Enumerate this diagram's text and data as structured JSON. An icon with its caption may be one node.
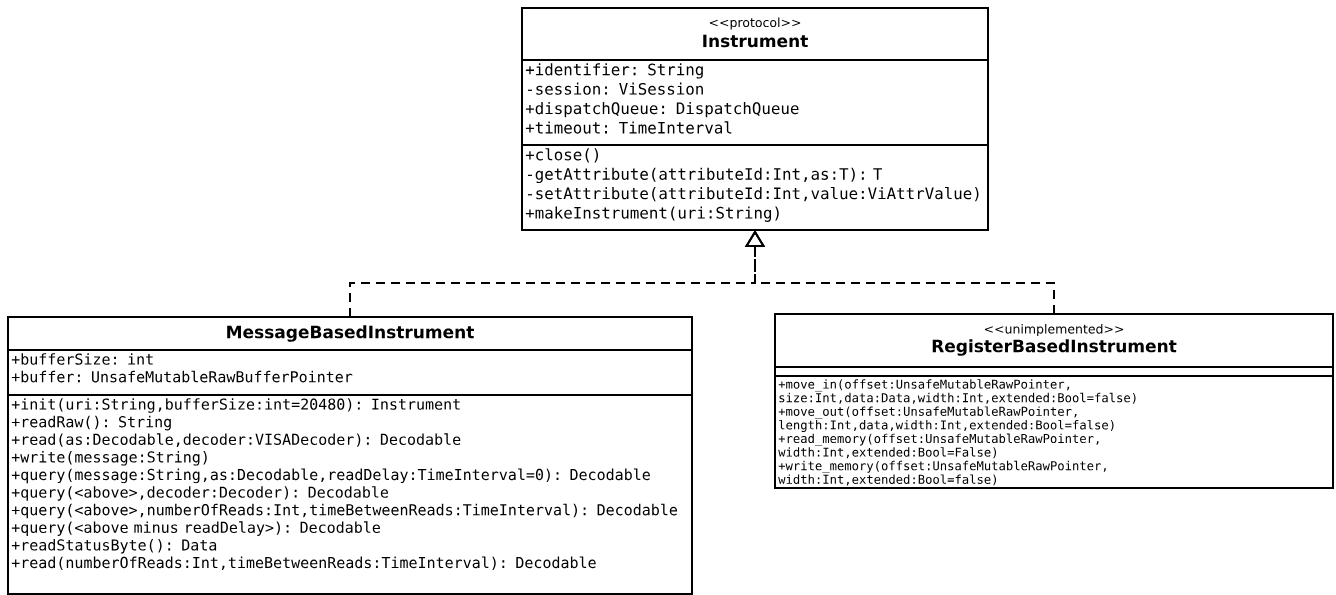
{
  "diagram": {
    "nodes": [
      {
        "text": [
          "<<protocol>>",
          "Instrument"
        ]
      },
      {
        "text": [
          "+identifier: String",
          "-session: ViSession",
          "+dispatchQueue: DispatchQueue",
          "+timeout: TimeInterval"
        ],
        "in": 0
      },
      {
        "text": [
          "+close()",
          "-getAttribute(attributeId:Int,as:T): T",
          "-setAttribute(attributeId:Int,value:ViAttrValue)",
          "+makeInstrument(uri:String)"
        ],
        "in": 0
      },
      {
        "text": [
          "MessageBasedInstrument"
        ]
      },
      {
        "text": [
          "+bufferSize: int",
          "+buffer: UnsafeMutableRawBufferPointer"
        ],
        "in": 3
      },
      {
        "text": [
          "+init(uri:String,bufferSize:int=20480): Instrument",
          "+readRaw(): String",
          "+read(as:Decodable,decoder:VISADecoder): Decodable",
          "+write(message:String)",
          "+query(message:String,as:Decodable,readDelay:TimeInterval=0): Decodable",
          "+query(<above>,decoder:Decoder): Decodable",
          "+query(<above>,numberOfReads:Int,timeBetweenReads:TimeInterval): Decodable",
          "+query(<above minus readDelay>): Decodable",
          "+readStatusByte(): Data",
          "+read(numberOfReads:Int,timeBetweenReads:TimeInterval): Decodable"
        ],
        "in": 3
      },
      {
        "text": [
          "<<unimplemented>>",
          "RegisterBasedInstrument"
        ]
      },
      {
        "text": [],
        "shape": "box",
        "in": 6
      },
      {
        "text": [
          "+move_in(offset:UnsafeMutableRawPointer, size:Int,data:Data,width:Int,extended:Bool=false)",
          "+move_out(offset:UnsafeMutableRawPointer, length:Int,data,width:Int,extended:Bool=false)",
          "+read_memory(offset:UnsafeMutableRawPointer, width:Int,extended:Bool=False)",
          "+write_memory(offset:UnsafeMutableRawPointer, width:Int,extended:Bool=false)"
        ],
        "in": 6
      }
    ],
    "edges": [
      {
        "from": 3,
        "to": 0,
        "arrow": "to",
        "style": "dashed"
      },
      {
        "from": 6,
        "to": 0,
        "arrow": "to",
        "style": "dashed"
      }
    ]
  }
}
